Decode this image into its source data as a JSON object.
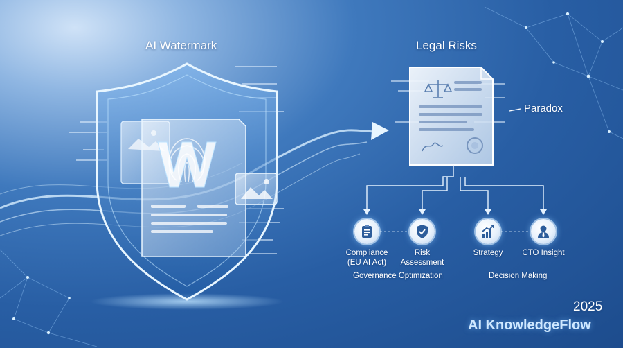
{
  "left_title": "AI Watermark",
  "right_title": "Legal Risks",
  "paradox_label": "Paradox",
  "nodes": [
    {
      "label_line1": "Compliance",
      "label_line2": "(EU AI Act)",
      "icon": "clipboard-icon"
    },
    {
      "label_line1": "Risk",
      "label_line2": "Assessment",
      "icon": "shield-check-icon"
    },
    {
      "label_line1": "Strategy",
      "label_line2": "",
      "icon": "growth-chart-icon"
    },
    {
      "label_line1": "CTO Insight",
      "label_line2": "",
      "icon": "executive-icon"
    }
  ],
  "groups": {
    "governance": "Governance Optimization",
    "decision": "Decision Making"
  },
  "footer": {
    "year": "2025",
    "brand": "AI KnowledgeFlow"
  },
  "colors": {
    "background_dark": "#1d4c8d",
    "background_light": "#8fb6e2",
    "glow": "#bfe4ff",
    "accent": "#ffffff"
  }
}
